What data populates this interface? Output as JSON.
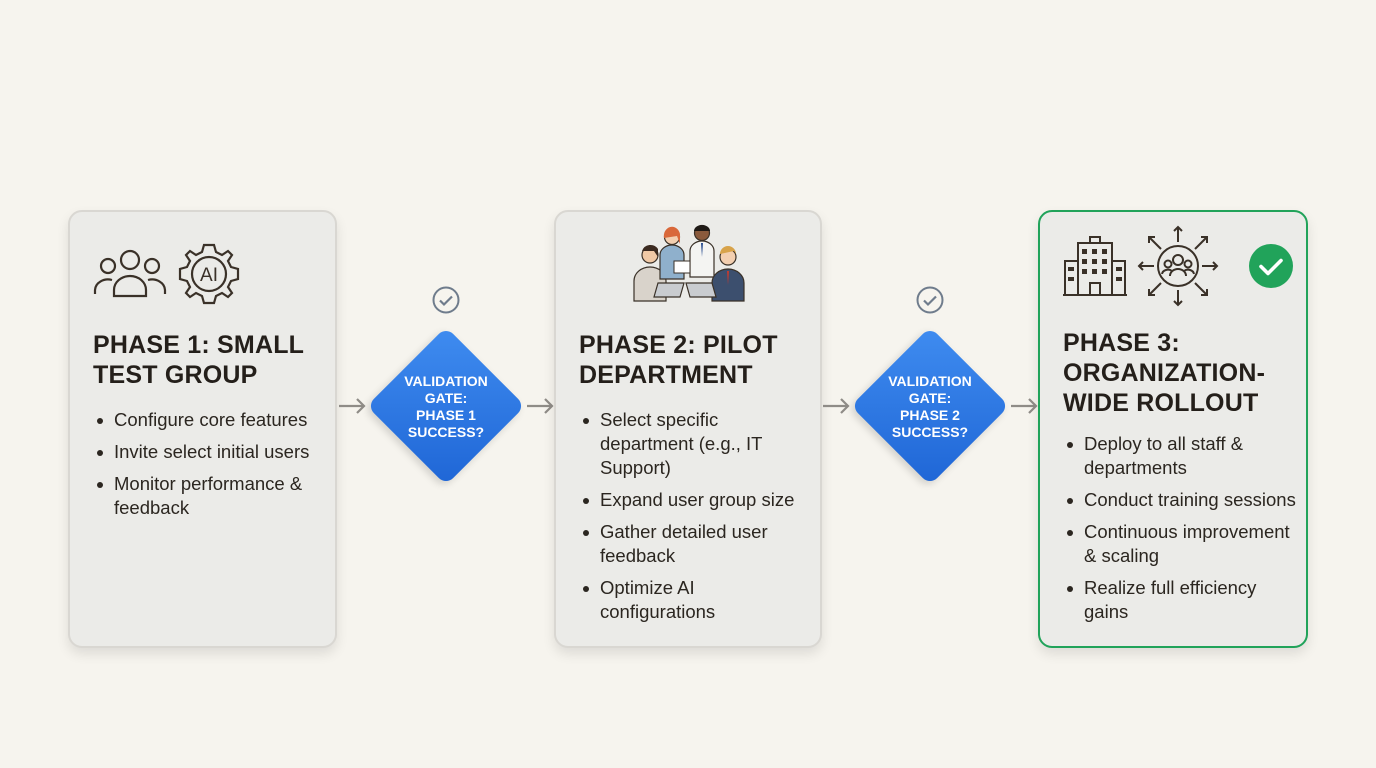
{
  "phase1": {
    "title_line1": "PHASE 1: SMALL",
    "title_line2": "TEST GROUP",
    "icons": [
      "people-group-icon",
      "ai-gear-icon"
    ],
    "ai_badge": "AI",
    "bullets": [
      "Configure core features",
      "Invite select initial users",
      "Monitor performance & feedback"
    ]
  },
  "gate1": {
    "line1": "VALIDATION",
    "line2": "GATE:",
    "line3": "PHASE 1",
    "line4": "SUCCESS?",
    "icon": "check-circle-icon"
  },
  "phase2": {
    "title_line1": "PHASE 2: PILOT",
    "title_line2": "DEPARTMENT",
    "icons": [
      "team-meeting-illustration"
    ],
    "bullets": [
      "Select specific department (e.g., IT Support)",
      "Expand user group size",
      "Gather detailed user feedback",
      "Optimize AI configurations"
    ]
  },
  "gate2": {
    "line1": "VALIDATION",
    "line2": "GATE:",
    "line3": "PHASE 2",
    "line4": "SUCCESS?",
    "icon": "check-circle-icon"
  },
  "phase3": {
    "title_line1": "PHASE 3:",
    "title_line2": "ORGANIZATION-",
    "title_line3": "WIDE ROLLOUT",
    "icons": [
      "office-building-icon",
      "expanding-people-icon",
      "green-check-icon"
    ],
    "bullets": [
      "Deploy to all staff & departments",
      "Conduct training sessions",
      "Continuous improvement & scaling",
      "Realize full efficiency gains"
    ]
  },
  "colors": {
    "gate": "#2a74e2",
    "success": "#21a35a",
    "card": "#ebebe8",
    "background": "#f6f4ee"
  }
}
